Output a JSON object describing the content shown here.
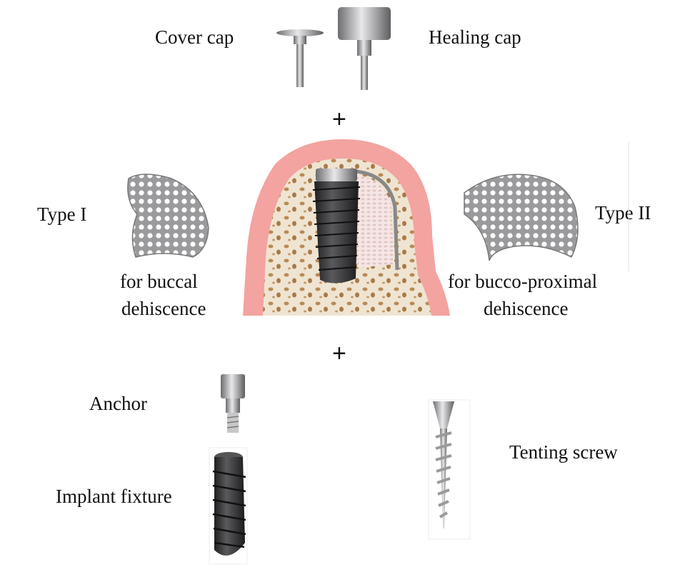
{
  "labels": {
    "cover_cap": "Cover cap",
    "healing_cap": "Healing cap",
    "plus": "+",
    "type1": "Type I",
    "type1_desc_line1": "for buccal",
    "type1_desc_line2": "dehiscence",
    "type2": "Type II",
    "type2_desc_line1": "for bucco-proximal",
    "type2_desc_line2": "dehiscence",
    "anchor": "Anchor",
    "implant_fixture": "Implant fixture",
    "tenting_screw": "Tenting screw"
  },
  "colors": {
    "gingiva": "#f3a3a0",
    "bone": "#efe4d2",
    "bone_pores": "#b98a55",
    "implant_dark": "#2e2e30",
    "metal": "#a9a9ab",
    "graft": "#f3e0df"
  }
}
